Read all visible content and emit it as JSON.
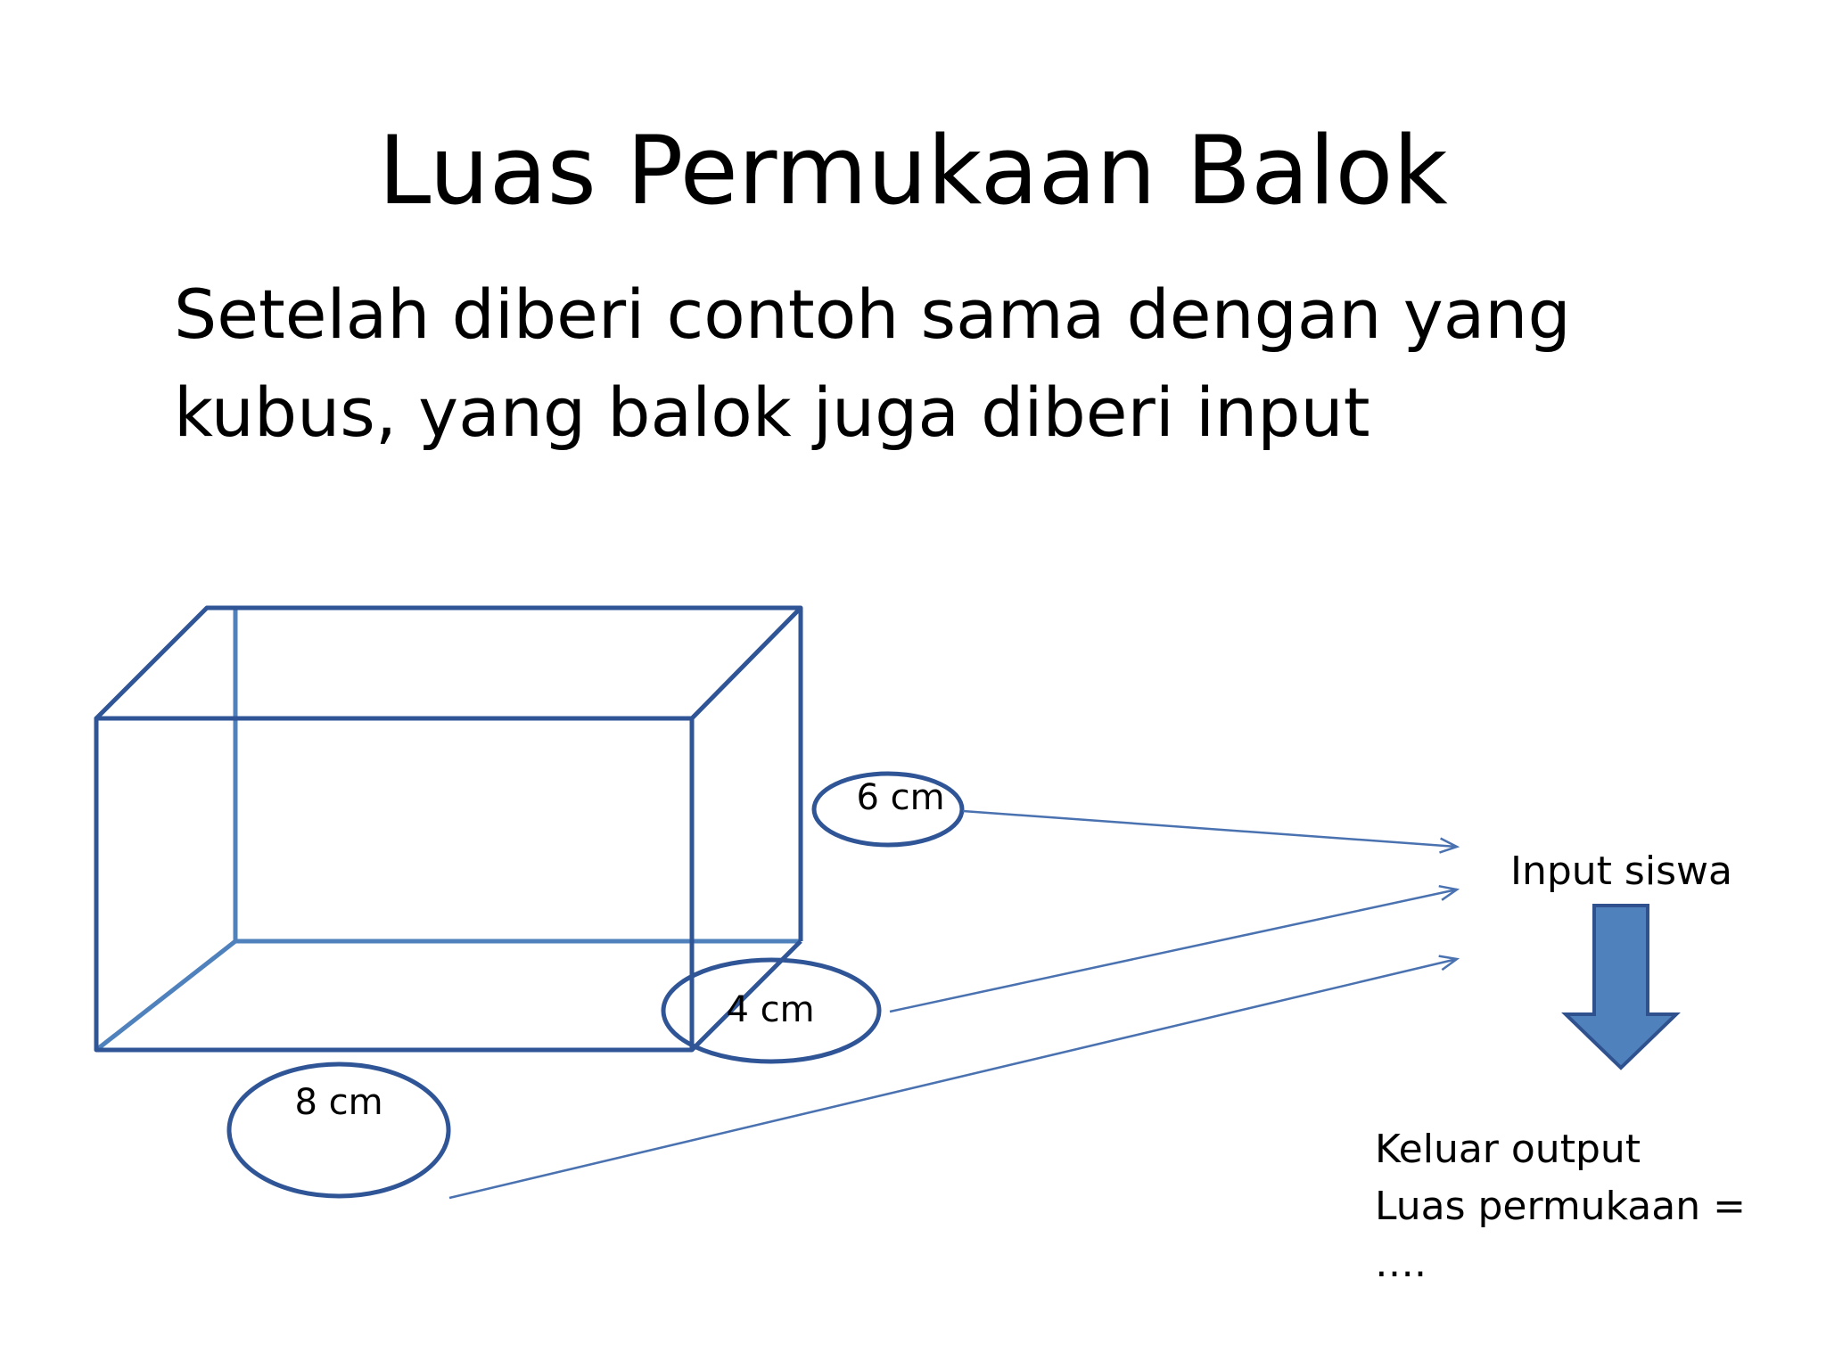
{
  "slide": {
    "title": "Luas Permukaan Balok",
    "body_line1": "Setelah diberi contoh sama dengan yang",
    "body_line2": "kubus, yang balok juga diberi input"
  },
  "diagram": {
    "dim_height": "6 cm",
    "dim_depth": "4 cm",
    "dim_length": "8 cm",
    "input_label": "Input siswa",
    "output_line1": "Keluar output",
    "output_line2": "Luas permukaan =",
    "output_line3": "…."
  },
  "colors": {
    "edge_dark": "#2f5597",
    "edge_light": "#4f81bd",
    "ellipse_stroke": "#2f5597",
    "arrow_line": "#4a72b0",
    "down_arrow_fill": "#4f81bd",
    "down_arrow_stroke": "#2f528f"
  }
}
